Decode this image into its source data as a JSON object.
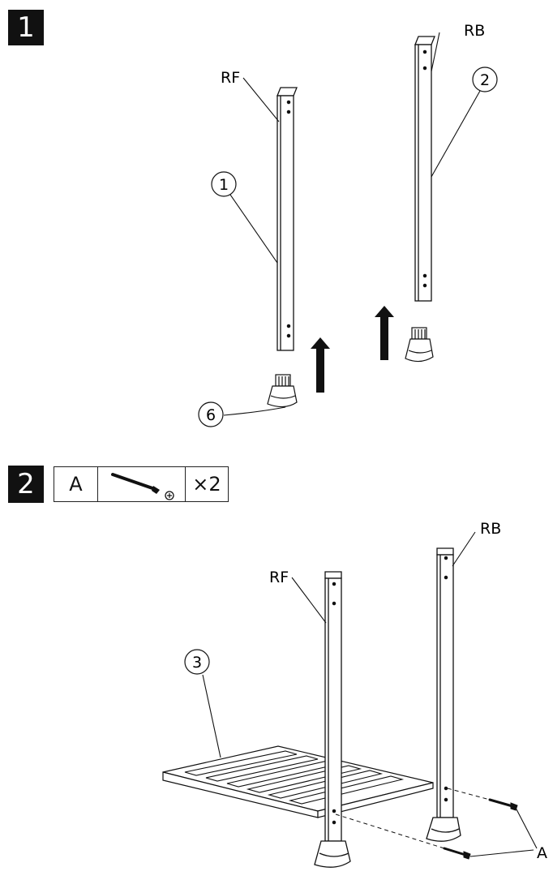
{
  "steps": [
    {
      "number": "1"
    },
    {
      "number": "2"
    }
  ],
  "hardware": {
    "letter": "A",
    "quantity": "×2",
    "icon": "screw-icon"
  },
  "step1": {
    "labels": {
      "rf": "RF",
      "rb": "RB"
    },
    "callouts": [
      "1",
      "2",
      "6"
    ]
  },
  "step2": {
    "labels": {
      "rf": "RF",
      "rb": "RB",
      "screw": "A"
    },
    "callouts": [
      "3"
    ]
  }
}
